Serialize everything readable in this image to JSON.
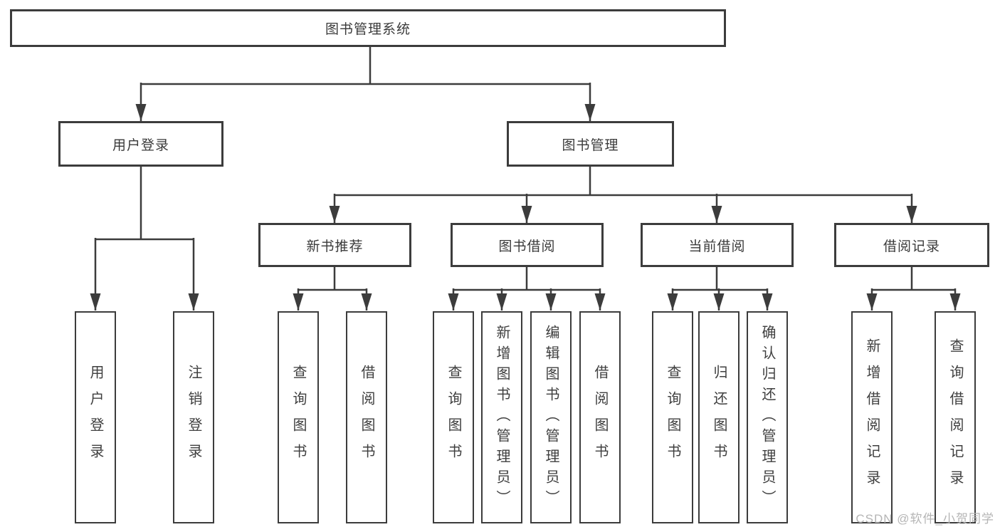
{
  "diagram": {
    "root_label": "图书管理系统",
    "branches": [
      {
        "label": "用户登录",
        "children": [
          {
            "label": "用户登录"
          },
          {
            "label": "注销登录"
          }
        ]
      },
      {
        "label": "图书管理",
        "children": [
          {
            "label": "新书推荐",
            "children": [
              {
                "label": "查询图书"
              },
              {
                "label": "借阅图书"
              }
            ]
          },
          {
            "label": "图书借阅",
            "children": [
              {
                "label": "查询图书"
              },
              {
                "label": "新增图书（管理员）"
              },
              {
                "label": "编辑图书（管理员）"
              },
              {
                "label": "借阅图书"
              }
            ]
          },
          {
            "label": "当前借阅",
            "children": [
              {
                "label": "查询图书"
              },
              {
                "label": "归还图书"
              },
              {
                "label": "确认归还（管理员）"
              }
            ]
          },
          {
            "label": "借阅记录",
            "children": [
              {
                "label": "新增借阅记录"
              },
              {
                "label": "查询借阅记录"
              }
            ]
          }
        ]
      }
    ]
  },
  "watermark": {
    "text": "CSDN @软件_小贺同学"
  },
  "colors": {
    "line": "#3c3c3c",
    "box_border": "#3c3c3c",
    "text": "#3a3a3a",
    "watermark": "#b5b5b5",
    "background": "#ffffff"
  }
}
